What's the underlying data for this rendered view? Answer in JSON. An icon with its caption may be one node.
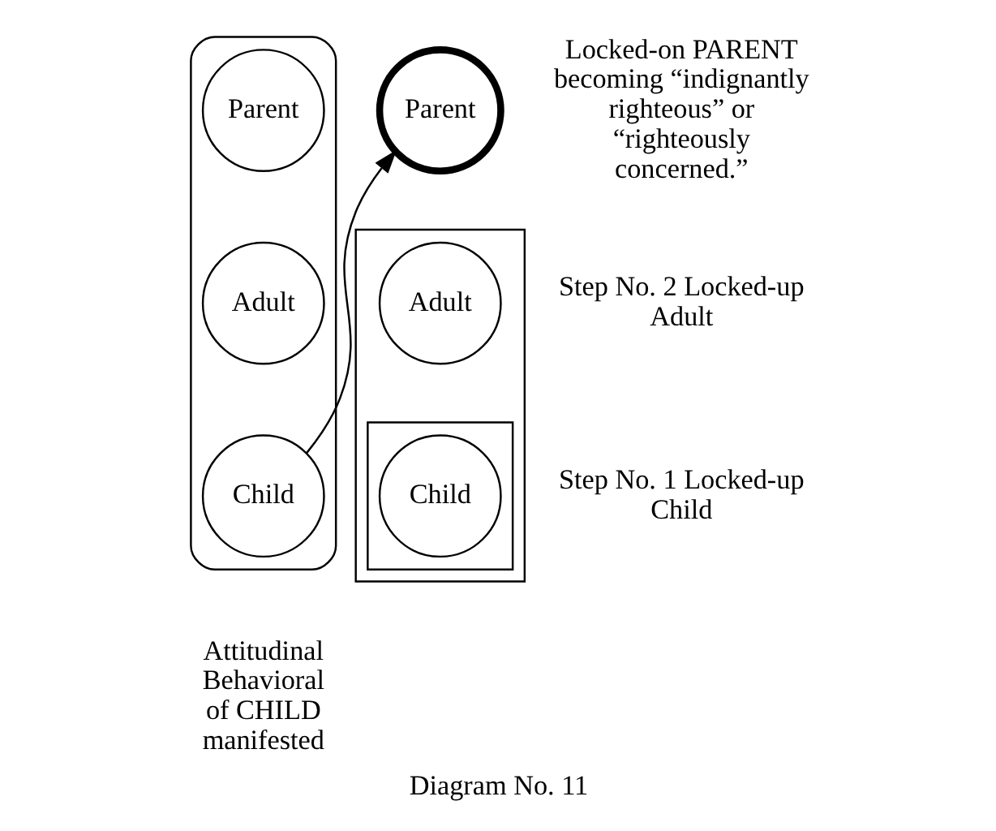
{
  "diagram": {
    "caption": "Diagram No. 11",
    "nodes": [
      {
        "text": [],
        "shape": "box"
      },
      {
        "text": [
          "Parent"
        ],
        "in": 0
      },
      {
        "text": [
          "Adult"
        ],
        "in": 0
      },
      {
        "text": [
          "Child"
        ],
        "in": 0
      },
      {
        "text": [
          "Parent"
        ],
        "beside": [
          "Locked-on PARENT becoming “indignantly righteous” or “righteously concerned.”"
        ]
      },
      {
        "text": [],
        "shape": "box",
        "beside": [
          "Step No. 2 Locked-up Adult"
        ]
      },
      {
        "text": [
          "Adult"
        ],
        "in": 5
      },
      {
        "text": [],
        "shape": "box",
        "in": 5,
        "beside": [
          "Step No. 1 Locked-up Child"
        ]
      },
      {
        "text": [
          "Child"
        ],
        "in": 7
      }
    ],
    "edges": [
      {
        "from": 3,
        "to": 4,
        "arrow": "to"
      }
    ],
    "labels": [
      "Attitudinal Behavioral of CHILD manifested"
    ]
  }
}
